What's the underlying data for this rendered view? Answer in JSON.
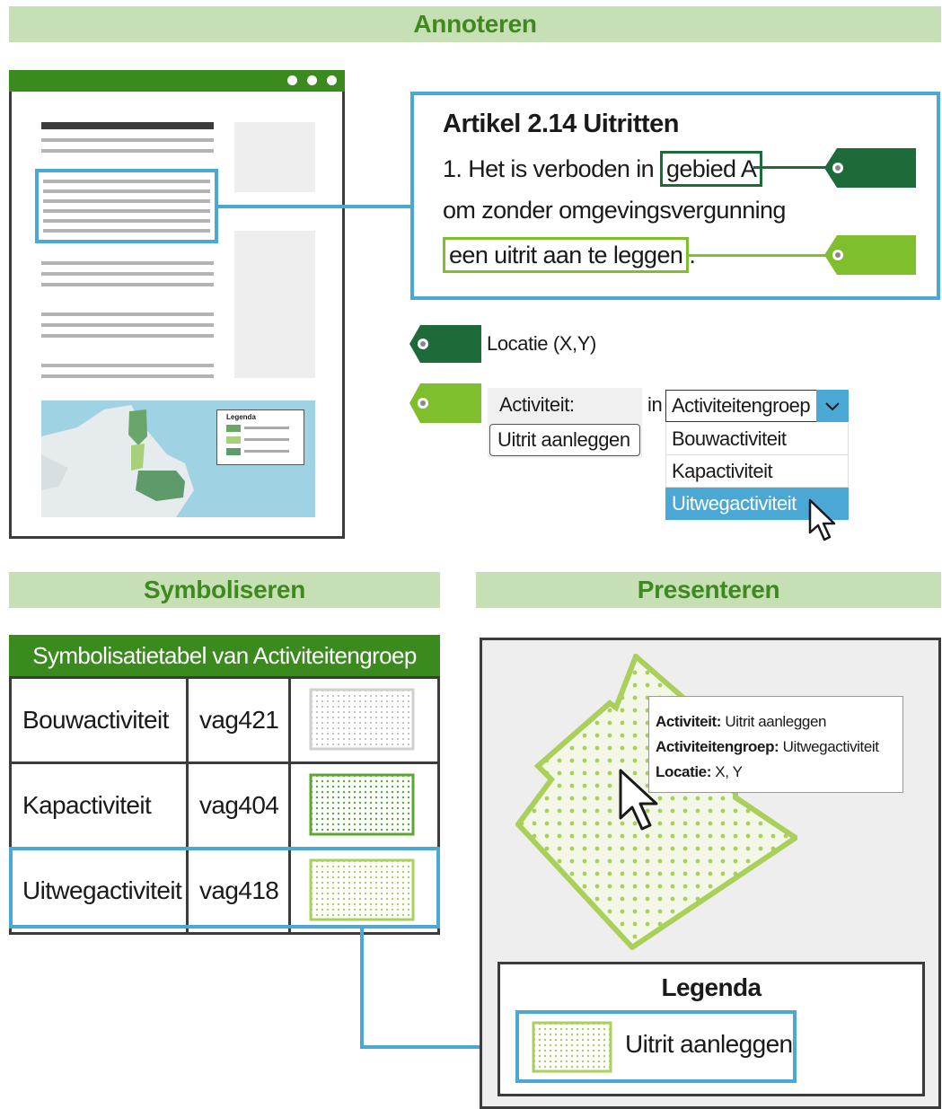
{
  "sections": {
    "annoteren": "Annoteren",
    "symboliseren": "Symboliseren",
    "presenteren": "Presenteren"
  },
  "colors": {
    "band": "#c7dfb4",
    "band_text": "#3f8a1e",
    "dark_green": "#1e6b3a",
    "light_green": "#7fbf2e",
    "header_green": "#3a8a1e",
    "highlight_blue": "#4ba8d4"
  },
  "document": {
    "window_controls": [
      "dot",
      "dot",
      "dot"
    ],
    "map_legend_title": "Legenda"
  },
  "article": {
    "title": "Artikel 2.14 Uitritten",
    "line1_prefix": "1. Het is verboden in ",
    "line1_boxed": "gebied A",
    "line2": "om zonder  omgevingsvergunning",
    "line3_boxed": "een uitrit aan te leggen",
    "line3_suffix": "."
  },
  "annotation": {
    "location_label": "Locatie (X,Y)",
    "activity_label": "Activiteit:",
    "activity_value": "Uitrit aanleggen",
    "in_label": "in",
    "group_selected": "Activiteitengroep",
    "group_options": [
      "Bouwactiviteit",
      "Kapactiviteit",
      "Uitwegactiviteit"
    ],
    "group_highlighted": "Uitwegactiviteit"
  },
  "symbol_table": {
    "title": "Symbolisatietabel van Activiteitengroep",
    "rows": [
      {
        "name": "Bouwactiviteit",
        "code": "vag421",
        "swatch": "gray-dotted"
      },
      {
        "name": "Kapactiviteit",
        "code": "vag404",
        "swatch": "green-dotted"
      },
      {
        "name": "Uitwegactiviteit",
        "code": "vag418",
        "swatch": "lightgreen-dotted"
      }
    ]
  },
  "presentation": {
    "tooltip": {
      "activity_key": "Activiteit:",
      "activity_val": " Uitrit aanleggen",
      "group_key": "Activiteitengroep:",
      "group_val": " Uitwegactiviteit",
      "location_key": "Locatie:",
      "location_val": " X, Y"
    },
    "legend_title": "Legenda",
    "legend_item": "Uitrit aanleggen"
  }
}
